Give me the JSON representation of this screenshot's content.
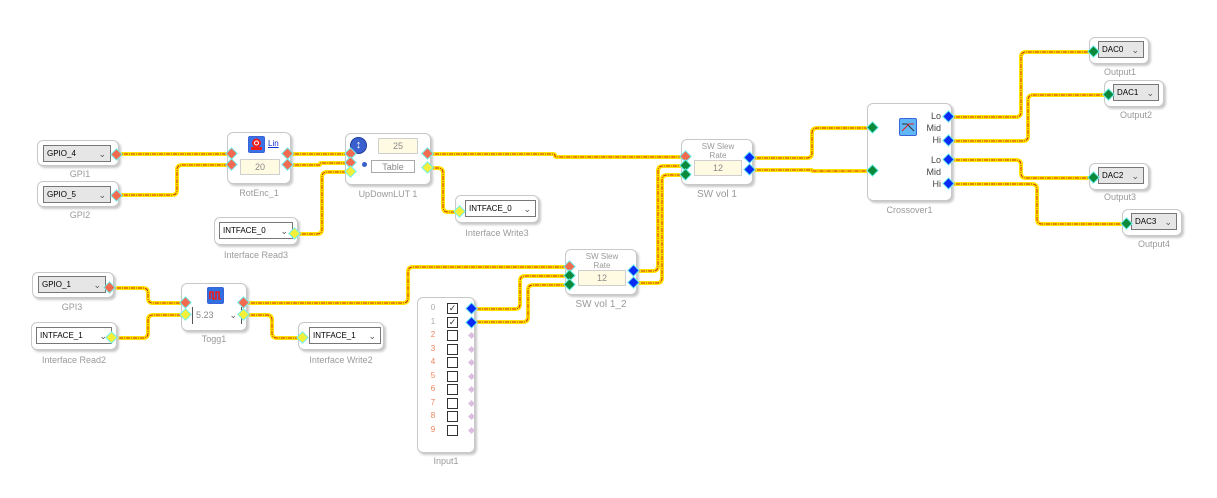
{
  "diagram": {
    "inputs": [
      {
        "id": "gpi1",
        "caption": "GPI1",
        "value": "GPIO_4"
      },
      {
        "id": "gpi2",
        "caption": "GPI2",
        "value": "GPIO_5"
      },
      {
        "id": "gpi3",
        "caption": "GPI3",
        "value": "GPIO_1"
      }
    ],
    "interface_reads": [
      {
        "id": "ir3",
        "caption": "Interface Read3",
        "value": "INTFACE_0"
      },
      {
        "id": "ir2",
        "caption": "Interface Read2",
        "value": "INTFACE_1"
      }
    ],
    "interface_writes": [
      {
        "id": "iw3",
        "caption": "Interface Write3",
        "value": "INTFACE_0"
      },
      {
        "id": "iw2",
        "caption": "Interface Write2",
        "value": "INTFACE_1"
      }
    ],
    "rotenc": {
      "caption": "RotEnc_1",
      "value": "20",
      "mode_link": "Lin",
      "icon": "rotary-encoder-icon"
    },
    "updownlut": {
      "caption": "UpDownLUT 1",
      "value": "25",
      "button": "Table",
      "icon": "up-down-arrow-icon"
    },
    "toggle": {
      "caption": "Togg1",
      "value": "5.23",
      "icon": "square-wave-icon"
    },
    "swvol1": {
      "caption": "SW vol 1",
      "title": "SW Slew Rate",
      "value": "12"
    },
    "swvol1_2": {
      "caption": "SW vol 1_2",
      "title": "SW Slew Rate",
      "value": "12"
    },
    "input1": {
      "caption": "Input1",
      "rows": [
        {
          "label": "0",
          "checked": true
        },
        {
          "label": "1",
          "checked": true
        },
        {
          "label": "2",
          "checked": false
        },
        {
          "label": "3",
          "checked": false
        },
        {
          "label": "4",
          "checked": false
        },
        {
          "label": "5",
          "checked": false
        },
        {
          "label": "6",
          "checked": false
        },
        {
          "label": "7",
          "checked": false
        },
        {
          "label": "8",
          "checked": false
        },
        {
          "label": "9",
          "checked": false
        }
      ]
    },
    "crossover": {
      "caption": "Crossover1",
      "icon": "crossover-curve-icon",
      "outputs_a": [
        "Lo",
        "Mid",
        "Hi"
      ],
      "outputs_b": [
        "Lo",
        "Mid",
        "Hi"
      ]
    },
    "outputs": [
      {
        "id": "out1",
        "caption": "Output1",
        "value": "DAC0"
      },
      {
        "id": "out2",
        "caption": "Output2",
        "value": "DAC1"
      },
      {
        "id": "out3",
        "caption": "Output3",
        "value": "DAC2"
      },
      {
        "id": "out4",
        "caption": "Output4",
        "value": "DAC3"
      }
    ],
    "colors": {
      "wire_glow": "#ffe400",
      "wire_core": "#d22a1a",
      "port_red": "#f26a50",
      "port_yellow": "#f4f03a",
      "port_green": "#0a8a3a",
      "port_blue": "#0a2bf5",
      "label_orange": "#f0825a"
    }
  }
}
